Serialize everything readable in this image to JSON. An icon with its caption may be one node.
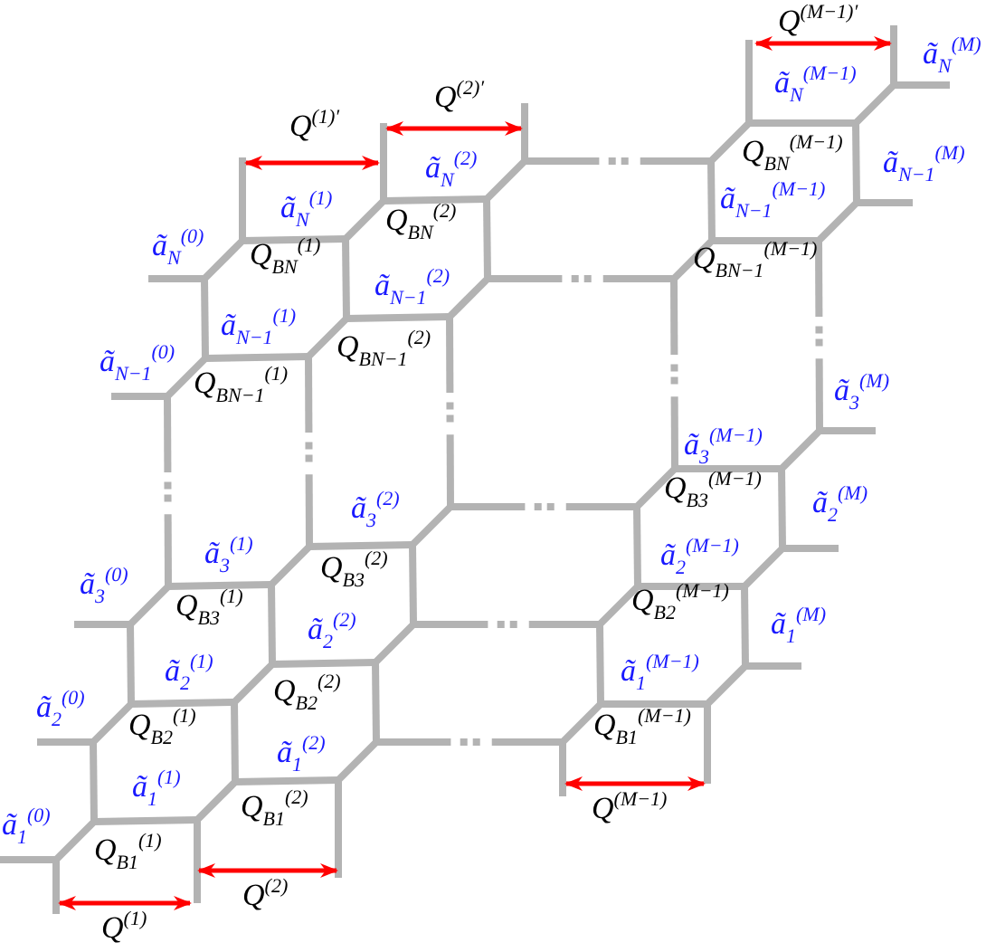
{
  "diagram": {
    "labels": [
      "Q$^{(M−1)′}$",
      "ã$_{N}$$^{(M)}$",
      "Q$^{(2)′}$",
      "ã$_{N}$$^{(M−1)}$",
      "Q$^{(1)′}$",
      "Q$_{BN}$$^{(M−1)}$",
      "ã$_{N}$$^{(2)}$",
      "ã$_{N−1}$$^{(M)}$",
      "ã$_{N}$$^{(1)}$",
      "ã$_{N−1}$$^{(M−1)}$",
      "ã$_{N}$$^{(0)}$",
      "Q$_{BN}$$^{(2)}$",
      "Q$_{BN}$$^{(1)}$",
      "Q$_{BN−1}$$^{(M−1)}$",
      "ã$_{N−1}$$^{(2)}$",
      "ã$_{N−1}$$^{(1)}$",
      "ã$_{N−1}$$^{(0)}$",
      "Q$_{BN−1}$$^{(2)}$",
      "Q$_{BN−1}$$^{(1)}$",
      "ã$_{3}$$^{(M)}$",
      "ã$_{3}$$^{(M−1)}$",
      "Q$_{B3}$$^{(M−1)}$",
      "ã$_{3}$$^{(2)}$",
      "ã$_{2}$$^{(M)}$",
      "ã$_{3}$$^{(1)}$",
      "Q$_{B3}$$^{(2)}$",
      "ã$_{2}$$^{(M−1)}$",
      "ã$_{3}$$^{(0)}$",
      "Q$_{B3}$$^{(1)}$",
      "ã$_{2}$$^{(2)}$",
      "Q$_{B2}$$^{(M−1)}$",
      "ã$_{1}$$^{(M)}$",
      "ã$_{2}$$^{(1)}$",
      "ã$_{1}$$^{(M−1)}$",
      "Q$_{B2}$$^{(2)}$",
      "ã$_{2}$$^{(0)}$",
      "Q$_{B2}$$^{(1)}$",
      "Q$_{B1}$$^{(M−1)}$",
      "ã$_{1}$$^{(2)}$",
      "ã$_{1}$$^{(1)}$",
      "Q$_{B1}$$^{(2)}$",
      "ã$_{1}$$^{(0)}$",
      "Q$^{(M−1)}$",
      "Q$_{B1}$$^{(1)}$",
      "Q$^{(2)}$",
      "Q$^{(1)}$"
    ]
  }
}
